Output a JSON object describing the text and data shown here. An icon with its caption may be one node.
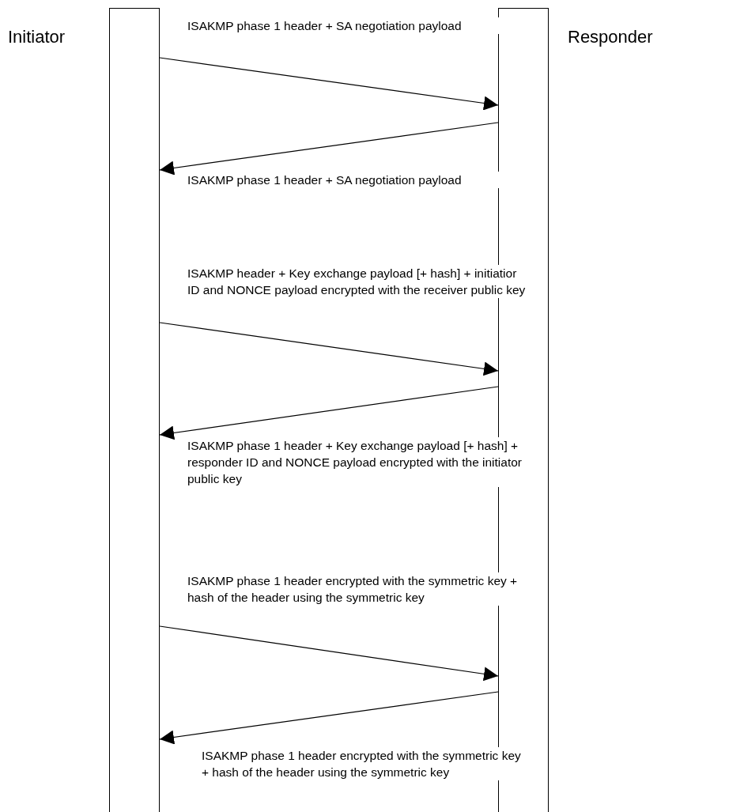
{
  "diagram": {
    "nodes": [
      {
        "text": [
          "Initiator"
        ]
      },
      {
        "text": [
          "Responder"
        ]
      }
    ],
    "edges": [
      {
        "from": 0,
        "to": 1,
        "arrow": "to",
        "label": "ISAKMP phase 1 header + SA negotiation payload"
      },
      {
        "from": 1,
        "to": 0,
        "arrow": "to",
        "label": "ISAKMP phase 1 header + SA negotiation payload"
      },
      {
        "from": 0,
        "to": 1,
        "arrow": "to",
        "label": "ISAKMP header + Key exchange payload [+ hash] + initiatior ID and NONCE payload encrypted with the receiver public key"
      },
      {
        "from": 1,
        "to": 0,
        "arrow": "to",
        "label": "ISAKMP phase 1 header + Key exchange payload [+ hash] + responder ID and NONCE payload encrypted with the initiator public key"
      },
      {
        "from": 0,
        "to": 1,
        "arrow": "to",
        "label": "ISAKMP phase 1 header encrypted with the symmetric key + hash of the header using the symmetric key"
      },
      {
        "from": 1,
        "to": 0,
        "arrow": "to",
        "label": "ISAKMP phase 1 header encrypted with the symmetric key + hash of the header using the symmetric key"
      }
    ]
  }
}
